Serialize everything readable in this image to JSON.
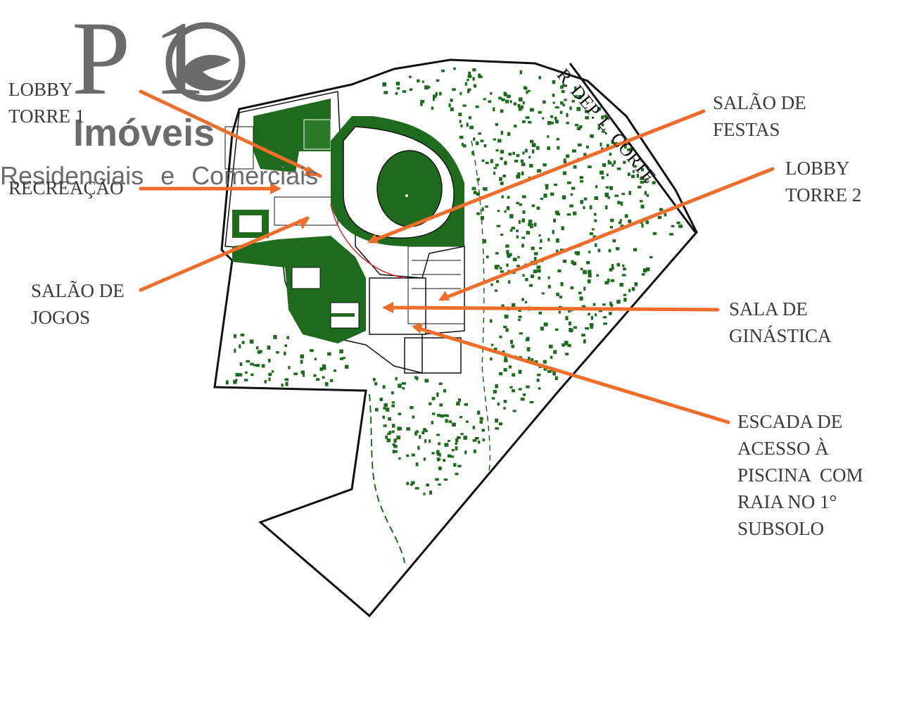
{
  "watermark": {
    "brand_letters": "P 1",
    "brand_word": "Imóveis",
    "tagline": "Residenciais e Comerciais"
  },
  "street": {
    "name": "R. DEP. L. CORTE"
  },
  "labels": {
    "lobby_torre_1": "LOBBY\nTORRE 1",
    "recreacao": "RECREAÇÃO",
    "salao_de_jogos": "SALÃO DE\nJOGOS",
    "salao_de_festas": "SALÃO DE\nFESTAS",
    "lobby_torre_2": "LOBBY\nTORRE 2",
    "sala_de_ginastica": "SALA DE\nGINÁSTICA",
    "escada_piscina": "ESCADA DE\nACESSO À\nPISCINA  COM\nRAIA NO 1°\nSUBSOLO"
  },
  "colors": {
    "arrow": "#ee6d2a",
    "vegetation": "#1e6b1e",
    "lot_outline": "#111111",
    "watermark": "#6b6b6b"
  }
}
